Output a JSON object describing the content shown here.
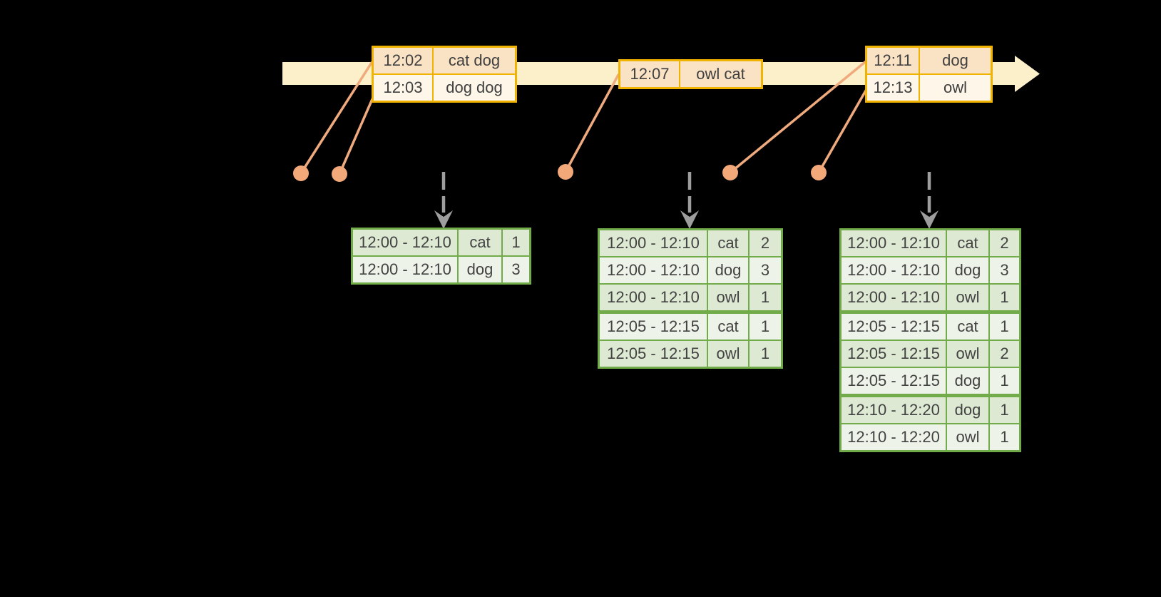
{
  "colors": {
    "background": "#000000",
    "timeline_band": "#FBF0C9",
    "event_table_border": "#F0B300",
    "event_row_dark": "#FAE2C4",
    "event_row_light": "#FDF6E9",
    "event_dot": "#F2A878",
    "connector_line": "#EFAA7E",
    "trigger_arrow": "#9E9E9E",
    "result_table_border": "#72AC4A",
    "result_row_dark": "#DDE9D2",
    "result_row_light": "#EEF3E9",
    "cell_text": "#3F3F3F"
  },
  "icons": {
    "timeline_arrow": "block-arrow-right",
    "trigger_arrow": "dashed-down-arrow"
  },
  "event_tables": [
    {
      "rows": [
        {
          "time": "12:02",
          "words": "cat dog"
        },
        {
          "time": "12:03",
          "words": "dog dog"
        }
      ]
    },
    {
      "rows": [
        {
          "time": "12:07",
          "words": "owl cat"
        }
      ]
    },
    {
      "rows": [
        {
          "time": "12:11",
          "words": "dog"
        },
        {
          "time": "12:13",
          "words": "owl"
        }
      ]
    }
  ],
  "result_tables": [
    {
      "rows": [
        {
          "window": "12:00 - 12:10",
          "word": "cat",
          "count": "1"
        },
        {
          "window": "12:00 - 12:10",
          "word": "dog",
          "count": "3"
        }
      ]
    },
    {
      "rows": [
        {
          "window": "12:00 - 12:10",
          "word": "cat",
          "count": "2"
        },
        {
          "window": "12:00 - 12:10",
          "word": "dog",
          "count": "3"
        },
        {
          "window": "12:00 - 12:10",
          "word": "owl",
          "count": "1"
        },
        {
          "window": "12:05 - 12:15",
          "word": "cat",
          "count": "1",
          "cls": "group-start"
        },
        {
          "window": "12:05 - 12:15",
          "word": "owl",
          "count": "1"
        }
      ]
    },
    {
      "rows": [
        {
          "window": "12:00 - 12:10",
          "word": "cat",
          "count": "2"
        },
        {
          "window": "12:00 - 12:10",
          "word": "dog",
          "count": "3"
        },
        {
          "window": "12:00 - 12:10",
          "word": "owl",
          "count": "1"
        },
        {
          "window": "12:05 - 12:15",
          "word": "cat",
          "count": "1",
          "cls": "group-start"
        },
        {
          "window": "12:05 - 12:15",
          "word": "owl",
          "count": "2"
        },
        {
          "window": "12:05 - 12:15",
          "word": "dog",
          "count": "1"
        },
        {
          "window": "12:10 - 12:20",
          "word": "dog",
          "count": "1",
          "cls": "group-start"
        },
        {
          "window": "12:10 - 12:20",
          "word": "owl",
          "count": "1"
        }
      ]
    }
  ]
}
